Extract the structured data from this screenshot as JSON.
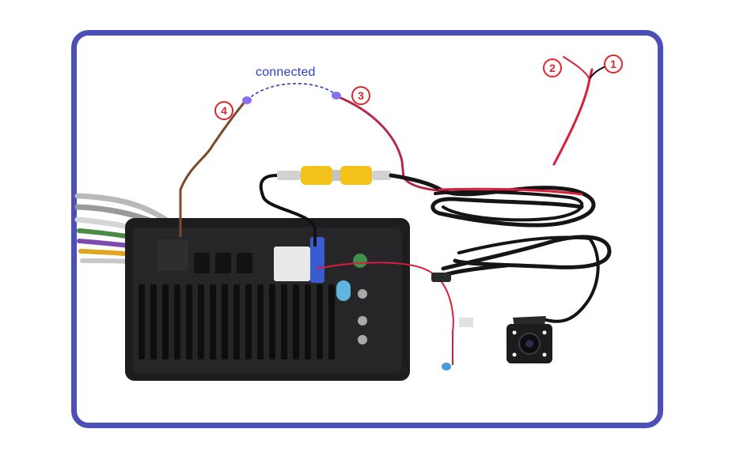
{
  "connected_label": "connected",
  "callouts": {
    "c1": "1",
    "c2": "2",
    "c3": "3",
    "c4": "4"
  },
  "colors": {
    "frame": "#4b4fb8",
    "callout": "#e0242a",
    "label": "#2f3fc4",
    "wire_red": "#d81e3a",
    "wire_brown": "#7a4a2a",
    "rca_yellow": "#f2c21a",
    "unit_body": "#1d1d1f"
  },
  "icons": [
    "connector-icon",
    "camera-icon",
    "head-unit-icon"
  ]
}
